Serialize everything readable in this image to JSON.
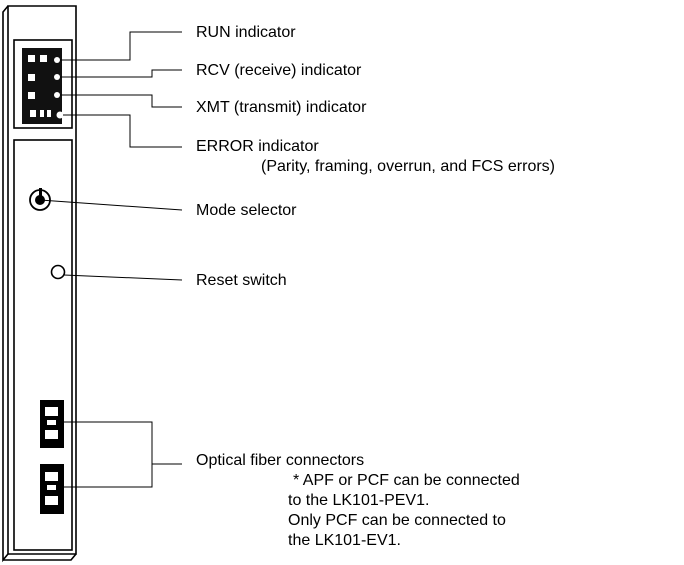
{
  "callouts": {
    "run": "RUN indicator",
    "rcv": "RCV (receive) indicator",
    "xmt": "XMT (transmit) indicator",
    "error": "ERROR indicator",
    "error_note": "(Parity, framing, overrun, and FCS errors)",
    "mode": "Mode selector",
    "reset": "Reset switch",
    "fiber": "Optical fiber connectors",
    "fiber_note_1": "* APF or PCF can be connected",
    "fiber_note_2": "to the LK101-PEV1.",
    "fiber_note_3": "Only PCF can be connected to",
    "fiber_note_4": "the LK101-EV1."
  }
}
